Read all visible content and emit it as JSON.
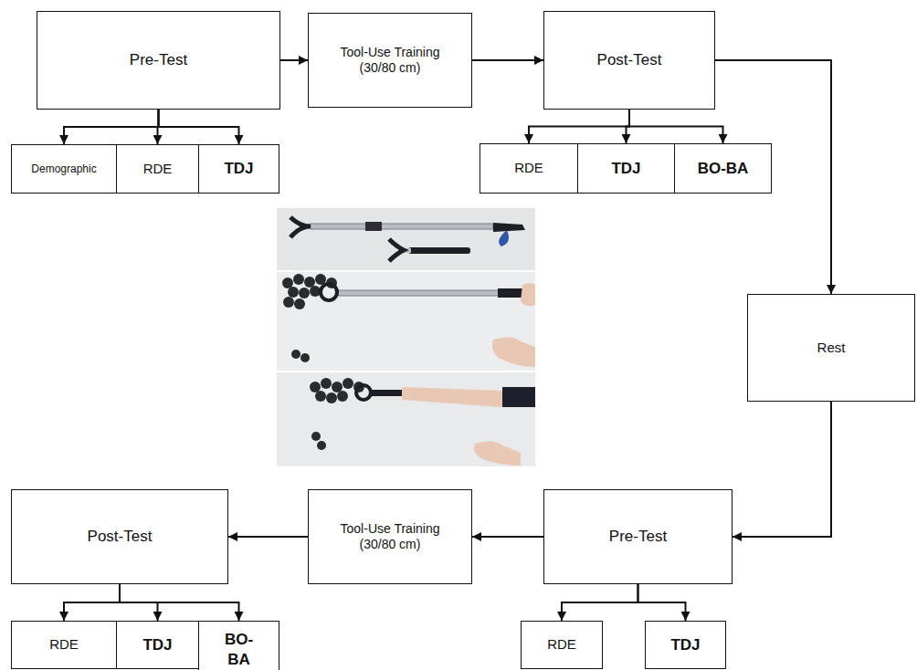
{
  "diagram": {
    "nodes": [
      {
        "text": [
          "Pre-Test"
        ]
      },
      {
        "text": [
          "Demographic"
        ]
      },
      {
        "text": [
          "RDE"
        ]
      },
      {
        "text": [
          "TDJ"
        ]
      },
      {
        "text": [
          "Tool-Use Training (30/80 cm)"
        ]
      },
      {
        "text": [
          "Post-Test"
        ]
      },
      {
        "text": [
          "RDE"
        ]
      },
      {
        "text": [
          "TDJ"
        ]
      },
      {
        "text": [
          "BO-BA"
        ]
      },
      {
        "text": [
          "Rest"
        ]
      },
      {
        "text": [
          "Post-Test"
        ]
      },
      {
        "text": [
          "RDE"
        ]
      },
      {
        "text": [
          "TDJ"
        ]
      },
      {
        "text": [
          "BO-BA"
        ]
      },
      {
        "text": [
          "Tool-Use Training (30/80 cm)"
        ]
      },
      {
        "text": [
          "Pre-Test"
        ]
      },
      {
        "text": [
          "RDE"
        ]
      },
      {
        "text": [
          "TDJ"
        ]
      }
    ],
    "edges": [
      {
        "from": 0,
        "to": 1,
        "arrow": "to"
      },
      {
        "from": 0,
        "to": 2,
        "arrow": "to"
      },
      {
        "from": 0,
        "to": 3,
        "arrow": "to"
      },
      {
        "from": 0,
        "to": 4,
        "arrow": "to"
      },
      {
        "from": 4,
        "to": 5,
        "arrow": "to"
      },
      {
        "from": 5,
        "to": 6,
        "arrow": "to"
      },
      {
        "from": 5,
        "to": 7,
        "arrow": "to"
      },
      {
        "from": 5,
        "to": 8,
        "arrow": "to"
      },
      {
        "from": 5,
        "to": 9,
        "arrow": "to"
      },
      {
        "from": 9,
        "to": 15,
        "arrow": "to"
      },
      {
        "from": 15,
        "to": 14,
        "arrow": "to"
      },
      {
        "from": 14,
        "to": 10,
        "arrow": "to"
      },
      {
        "from": 10,
        "to": 11,
        "arrow": "to"
      },
      {
        "from": 10,
        "to": 12,
        "arrow": "to"
      },
      {
        "from": 10,
        "to": 13,
        "arrow": "to"
      },
      {
        "from": 15,
        "to": 16,
        "arrow": "to"
      },
      {
        "from": 15,
        "to": 17,
        "arrow": "to"
      }
    ]
  }
}
